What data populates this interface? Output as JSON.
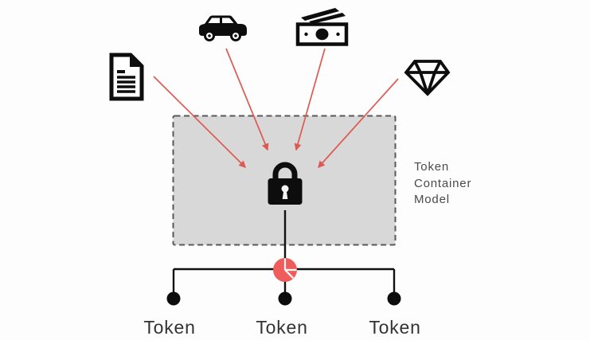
{
  "diagram": {
    "title": "Token Container Model",
    "container_label": {
      "line1": "Token",
      "line2": "Container",
      "line3": "Model"
    },
    "assets": [
      {
        "id": "document",
        "icon": "document-icon"
      },
      {
        "id": "car",
        "icon": "car-icon"
      },
      {
        "id": "cash",
        "icon": "cash-icon"
      },
      {
        "id": "diamond",
        "icon": "diamond-icon"
      }
    ],
    "center_icon": "lock-icon",
    "split_icon": "pie-chart-icon",
    "tokens": [
      {
        "label": "Token"
      },
      {
        "label": "Token"
      },
      {
        "label": "Token"
      }
    ],
    "colors": {
      "arrow": "#dd5a52",
      "pie": "#ee5c5c",
      "pie_divider": "#fafafa",
      "container_fill": "#d8d8d8",
      "container_border": "#59595b",
      "ink": "#0d0d0d",
      "label_text": "#4a4a4a",
      "token_text": "#333333",
      "background": "#fdfdfd"
    }
  }
}
